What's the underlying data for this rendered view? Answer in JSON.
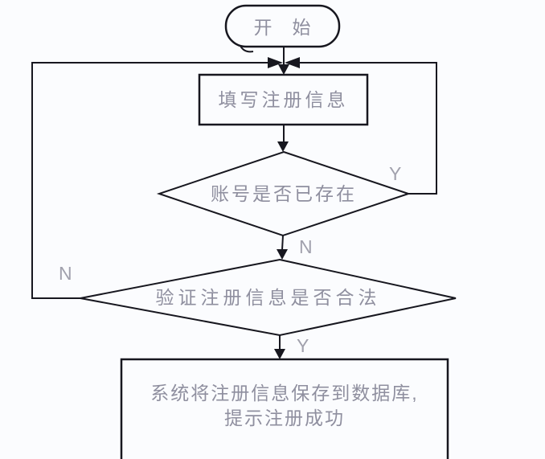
{
  "diagram": {
    "type": "flowchart",
    "nodes": {
      "start": {
        "shape": "terminator",
        "label": "开　始"
      },
      "fill_registration": {
        "shape": "process",
        "label": "填写注册信息"
      },
      "account_exists": {
        "shape": "decision",
        "label": "账号是否已存在"
      },
      "validate_registration": {
        "shape": "decision",
        "label": "验证注册信息是否合法"
      },
      "save_to_database": {
        "shape": "process",
        "label_line1": "系统将注册信息保存到数据库,",
        "label_line2": "提示注册成功"
      }
    },
    "edge_labels": {
      "account_exists_yes": "Y",
      "account_exists_no": "N",
      "validate_no": "N",
      "validate_yes": "Y"
    },
    "colors": {
      "line": "#17171f",
      "node_text": "#8f8f9f",
      "edge_label_text": "#a1a1ad",
      "background": "#fbfcfe"
    }
  }
}
